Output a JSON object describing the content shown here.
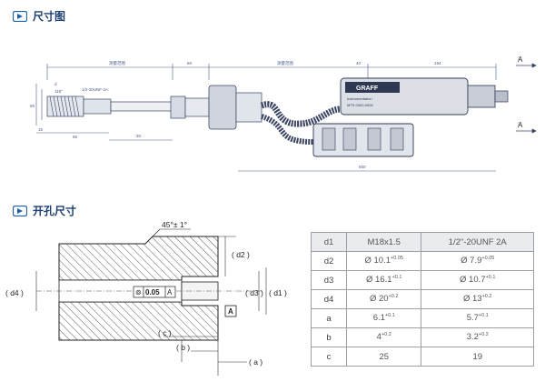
{
  "sections": {
    "dimensions": {
      "title": "尺寸图",
      "icon": "play-arrow-icon"
    },
    "opening": {
      "title": "开孔尺寸",
      "icon": "play-arrow-icon"
    }
  },
  "drawing": {
    "labels": {
      "arrow_a_top": "A",
      "arrow_a_bottom": "A",
      "thread_note": "1/2-20UNF-2A",
      "angle_note": "118°",
      "logo_text": "GRAFF",
      "plate_line1": "Instrumentation",
      "plate_line2": "MTS 0000-0000",
      "dim_d": "d",
      "dim_60": "60",
      "dim_40": "40",
      "dim_194": "194",
      "dim_650": "650",
      "dim_58": "58",
      "dim_30": "30",
      "dim_15": "15",
      "dim_small": "55",
      "range_label_a": "测量范围",
      "range_label_b": "测量范围"
    }
  },
  "hole": {
    "angle": "45°± 1°",
    "d2": "( d2 )",
    "d3": "( d3 )",
    "d1": "( d1 )",
    "d4": "( d4 )",
    "c": "( c )",
    "b": "( b )",
    "a": "( a )",
    "tol": "0.05",
    "datum": "A",
    "datum_box": "A",
    "gdt_symbol": "⊚"
  },
  "table": {
    "header": [
      "d1",
      "M18x1.5",
      "1/2\"-20UNF 2A"
    ],
    "rows": [
      {
        "label": "d2",
        "v1": "Ø 10.1",
        "s1": "+0.05",
        "v2": "Ø 7.9",
        "s2": "+0.05"
      },
      {
        "label": "d3",
        "v1": "Ø 16.1",
        "s1": "+0.1",
        "v2": "Ø 10.7",
        "s2": "+0.1"
      },
      {
        "label": "d4",
        "v1": "Ø 20",
        "s1": "+0.2",
        "v2": "Ø 13",
        "s2": "+0.2"
      },
      {
        "label": "a",
        "v1": "6.1",
        "s1": "+0.1",
        "v2": "5.7",
        "s2": "+0.1"
      },
      {
        "label": "b",
        "v1": "4",
        "s1": "+0.2",
        "v2": "3.2",
        "s2": "+0.2"
      },
      {
        "label": "c",
        "v1": "25",
        "s1": "",
        "v2": "19",
        "s2": ""
      }
    ]
  }
}
